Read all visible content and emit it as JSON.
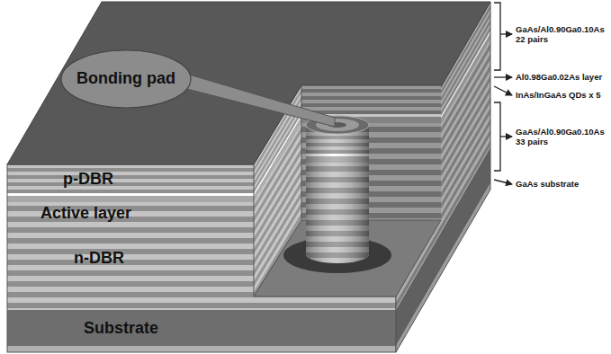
{
  "diagram": {
    "labels": [
      "Bonding pad",
      "p-DBR",
      "Active layer",
      "n-DBR",
      "Substrate",
      "GaAs/Al0.90Ga0.10As 22 pairs",
      "Al0.98Ga0.02As layer",
      "InAs/InGaAs QDs x 5",
      "GaAs/Al0.90Ga0.10As 33 pairs",
      "GaAs substrate"
    ]
  }
}
